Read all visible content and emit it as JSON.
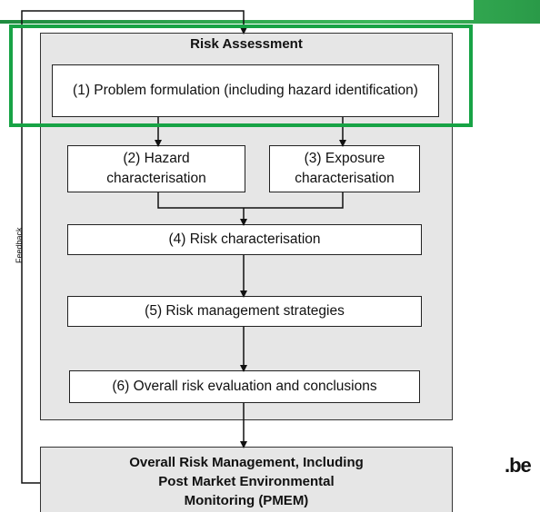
{
  "risk_assessment": {
    "title": "Risk Assessment",
    "steps": {
      "step1": "(1) Problem formulation (including hazard identification)",
      "step2": "(2) Hazard characterisation",
      "step3": "(3) Exposure characterisation",
      "step4": "(4) Risk characterisation",
      "step5": "(5) Risk management strategies",
      "step6": "(6) Overall risk evaluation and conclusions"
    }
  },
  "management": {
    "line1": "Overall Risk Management, Including",
    "line2": "Post Market Environmental",
    "line3": "Monitoring (PMEM)"
  },
  "feedback_label": "Feedback",
  "logo_text": ".be",
  "colors": {
    "highlight": "#17a345",
    "panel_fill": "#e6e6e6",
    "top_band": "#2fa84f"
  }
}
